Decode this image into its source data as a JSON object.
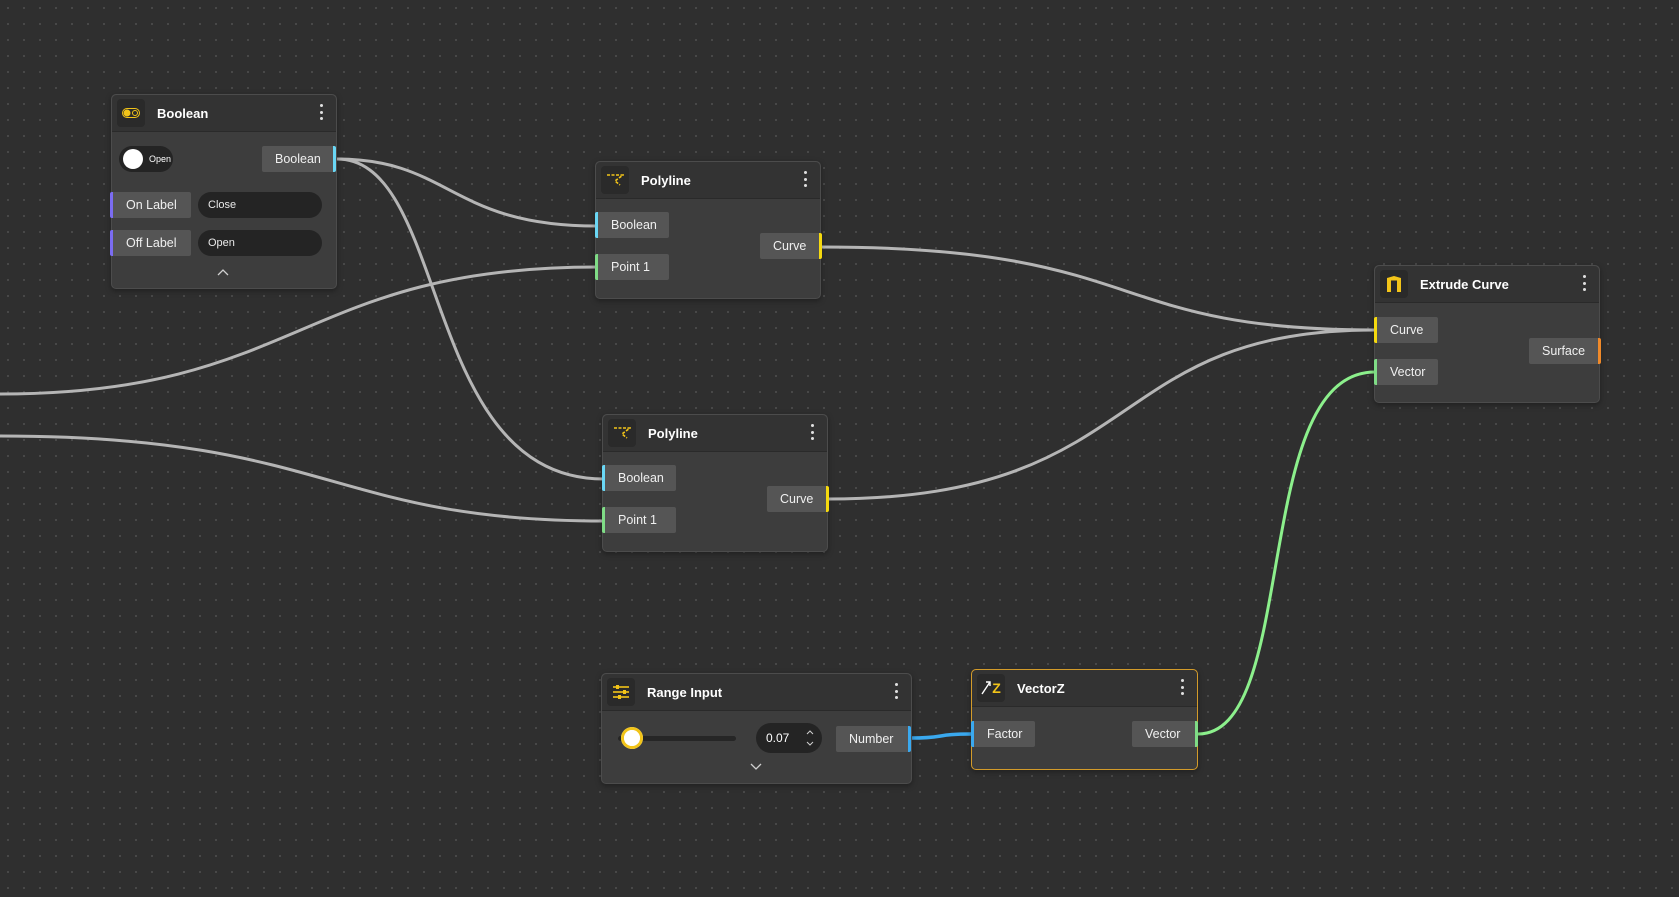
{
  "colors": {
    "canvas": "#2f2f2f",
    "node_bg": "#3d3d3d",
    "wire_gray": "#b5b5b5",
    "wire_green": "#8cf08c",
    "wire_blue": "#3aa9ef",
    "boolean_port": "#6ad7f5",
    "point_port": "#7fdc86",
    "curve_port": "#f5d90f",
    "surface_port": "#f08a2a",
    "label_port": "#7b6cf2",
    "accent": "#f2c419",
    "selected_border": "#d39b2a"
  },
  "nodes": {
    "boolean": {
      "title": "Boolean",
      "icon": "toggle-icon",
      "toggle_text": "Open",
      "output": "Boolean",
      "on_label": {
        "label": "On Label",
        "value": "Close"
      },
      "off_label": {
        "label": "Off Label",
        "value": "Open"
      }
    },
    "polyline1": {
      "title": "Polyline",
      "icon": "polyline-icon",
      "inputs": [
        "Boolean",
        "Point 1"
      ],
      "output": "Curve"
    },
    "polyline2": {
      "title": "Polyline",
      "icon": "polyline-icon",
      "inputs": [
        "Boolean",
        "Point 1"
      ],
      "output": "Curve"
    },
    "extrude": {
      "title": "Extrude Curve",
      "icon": "extrude-icon",
      "inputs": [
        "Curve",
        "Vector"
      ],
      "output": "Surface"
    },
    "range": {
      "title": "Range Input",
      "icon": "sliders-icon",
      "value": "0.07",
      "slider_fraction": 0.07,
      "output": "Number"
    },
    "vectorz": {
      "title": "VectorZ",
      "icon": "vector-z-icon",
      "icon_text": "Z",
      "input": "Factor",
      "output": "Vector"
    }
  }
}
